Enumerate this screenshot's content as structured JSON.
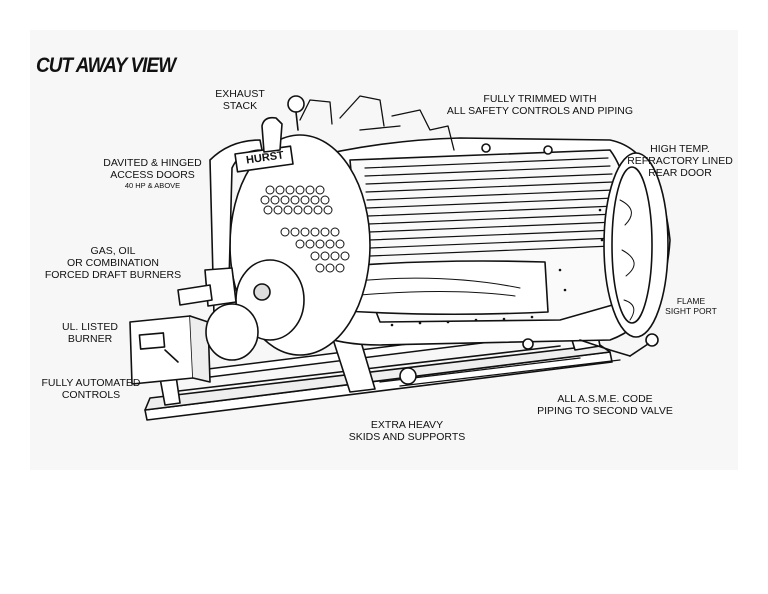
{
  "title": "CUT AWAY VIEW",
  "labels": {
    "exhaust": [
      "EXHAUST",
      "STACK"
    ],
    "trimmed": [
      "FULLY TRIMMED WITH",
      "ALL SAFETY CONTROLS AND PIPING"
    ],
    "refractory": [
      "HIGH TEMP.",
      "REFRACTORY LINED",
      "REAR DOOR"
    ],
    "davited": [
      "DAVITED & HINGED",
      "ACCESS DOORS"
    ],
    "davited_note": "40 HP & ABOVE",
    "burners": [
      "GAS, OIL",
      "OR COMBINATION",
      "FORCED DRAFT BURNERS"
    ],
    "ul": [
      "UL. LISTED",
      "BURNER"
    ],
    "controls": [
      "FULLY AUTOMATED",
      "CONTROLS"
    ],
    "flame": [
      "FLAME",
      "SIGHT PORT"
    ],
    "asme": [
      "ALL A.S.M.E. CODE",
      "PIPING TO SECOND VALVE"
    ],
    "skids": [
      "EXTRA HEAVY",
      "SKIDS AND SUPPORTS"
    ]
  },
  "brand": "HURST",
  "colors": {
    "ink": "#111111",
    "panel": "#f7f7f7",
    "background": "#ffffff"
  }
}
